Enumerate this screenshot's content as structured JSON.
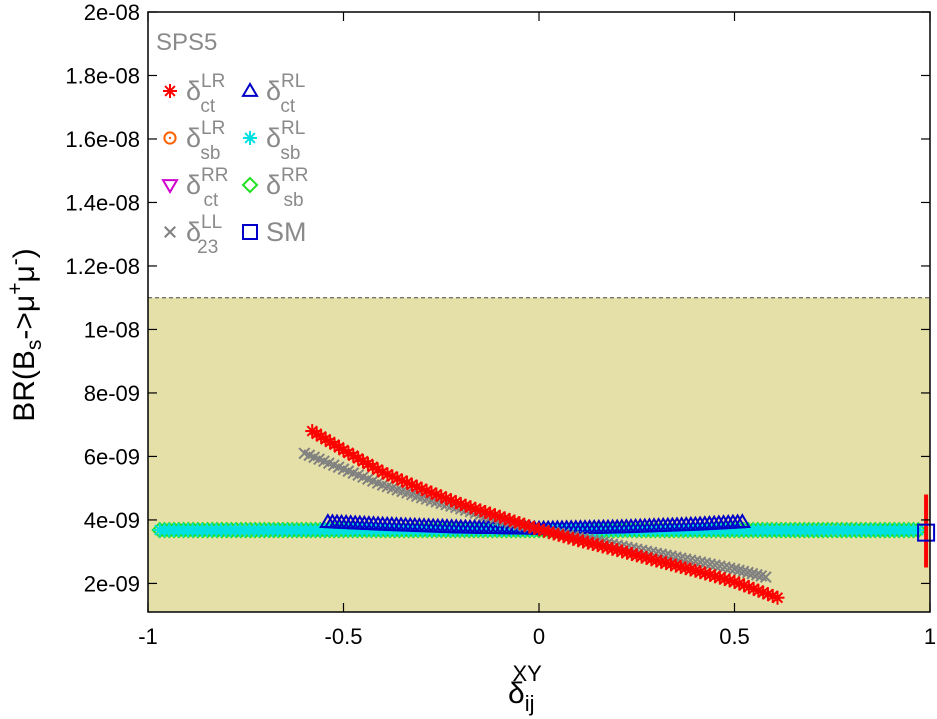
{
  "chart_data": {
    "type": "scatter",
    "title": "",
    "xlabel": {
      "main": "δ",
      "sub": "ij",
      "sup": "XY"
    },
    "ylabel": {
      "pre": "BR(B",
      "sub": "s",
      "mid": "->μ",
      "sup1": "+",
      "mid2": "μ",
      "sup2": "-",
      "post": ")"
    },
    "xlim": [
      -1,
      1
    ],
    "ylim": [
      1.1e-09,
      2e-08
    ],
    "xticks": [
      "-1",
      "-0.5",
      "0",
      "0.5",
      "1"
    ],
    "xtick_values": [
      -1,
      -0.5,
      0,
      0.5,
      1
    ],
    "yticks": [
      "2e-09",
      "4e-09",
      "6e-09",
      "8e-09",
      "1e-08",
      "1.2e-08",
      "1.4e-08",
      "1.6e-08",
      "1.8e-08",
      "2e-08"
    ],
    "ytick_values": [
      2e-09,
      4e-09,
      6e-09,
      8e-09,
      1e-08,
      1.2e-08,
      1.4e-08,
      1.6e-08,
      1.8e-08,
      2e-08
    ],
    "grid": false,
    "legend_title": "SPS5",
    "legend_position": "top-left",
    "allowed_region": {
      "ymax": 1.1e-08,
      "color": "#e5dfa8",
      "line_style": "dashed"
    },
    "series": [
      {
        "name": "δ",
        "sub": "ct",
        "sup": "LR",
        "marker": "asterisk",
        "color": "#ff0000",
        "x": [
          -0.58,
          -0.5,
          -0.4,
          -0.3,
          -0.2,
          -0.1,
          0.0,
          0.1,
          0.2,
          0.3,
          0.4,
          0.5,
          0.61
        ],
        "y": [
          6.8e-09,
          6.2e-09,
          5.5e-09,
          4.98e-09,
          4.5e-09,
          4.1e-09,
          3.7e-09,
          3.36e-09,
          3.05e-09,
          2.72e-09,
          2.4e-09,
          2.05e-09,
          1.55e-09
        ]
      },
      {
        "name": "δ",
        "sub": "sb",
        "sup": "LR",
        "marker": "circle",
        "color": "#ff6000",
        "x": [],
        "y": []
      },
      {
        "name": "δ",
        "sub": "ct",
        "sup": "RR",
        "marker": "triangle-down",
        "color": "#d000d0",
        "x": [],
        "y": []
      },
      {
        "name": "δ",
        "sub": "23",
        "sup": "LL",
        "marker": "cross",
        "color": "#808080",
        "x": [
          -0.6,
          -0.5,
          -0.4,
          -0.3,
          -0.2,
          -0.1,
          0.0,
          0.1,
          0.2,
          0.3,
          0.4,
          0.5,
          0.58
        ],
        "y": [
          6.1e-09,
          5.6e-09,
          5.1e-09,
          4.7e-09,
          4.35e-09,
          4e-09,
          3.7e-09,
          3.45e-09,
          3.2e-09,
          2.95e-09,
          2.7e-09,
          2.45e-09,
          2.2e-09
        ]
      },
      {
        "name": "δ",
        "sub": "ct",
        "sup": "RL",
        "marker": "triangle-up",
        "color": "#0000c8",
        "x": [
          -0.54,
          -0.4,
          -0.2,
          0.0,
          0.2,
          0.4,
          0.52
        ],
        "y": [
          3.93e-09,
          3.85e-09,
          3.76e-09,
          3.72e-09,
          3.76e-09,
          3.85e-09,
          3.93e-09
        ]
      },
      {
        "name": "δ",
        "sub": "sb",
        "sup": "RL",
        "marker": "asterisk",
        "color": "#00e0e0",
        "x": [
          -0.97,
          -0.5,
          0.0,
          0.5,
          0.97
        ],
        "y": [
          3.68e-09,
          3.68e-09,
          3.68e-09,
          3.68e-09,
          3.68e-09
        ]
      },
      {
        "name": "δ",
        "sub": "sb",
        "sup": "RR",
        "marker": "diamond",
        "color": "#20e020",
        "x": [
          -0.97,
          -0.75,
          -0.5,
          -0.25,
          0.0,
          0.25,
          0.5,
          0.75,
          0.97
        ],
        "y": [
          3.68e-09,
          3.68e-09,
          3.68e-09,
          3.68e-09,
          3.68e-09,
          3.68e-09,
          3.68e-09,
          3.68e-09,
          3.68e-09
        ]
      },
      {
        "name": "SM",
        "sub": "",
        "sup": "",
        "marker": "square",
        "color": "#0000c8",
        "x": [
          0.99
        ],
        "y": [
          3.6e-09
        ],
        "error_bar": {
          "low": 2.5e-09,
          "high": 4.8e-09,
          "color": "#ff0000"
        }
      }
    ]
  }
}
